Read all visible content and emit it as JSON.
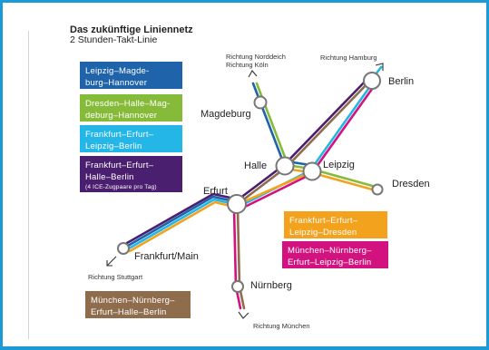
{
  "title": "Das zukünftige Liniennetz",
  "subtitle": "2 Stunden-Takt-Linie",
  "colors": {
    "frame": "#1c9ad6",
    "blue": "#1f63ab",
    "green": "#86bb3a",
    "cyan": "#23b6e6",
    "purple": "#4b1f6f",
    "orange": "#f3a21d",
    "magenta": "#d2127f",
    "brown": "#8e6c4c"
  },
  "legend": {
    "leipzig_hannover": {
      "line1": "Leipzig–Magde-",
      "line2": "burg–Hannover"
    },
    "dresden_hannover": {
      "line1": "Dresden–Halle–Mag-",
      "line2": "deburg–Hannover"
    },
    "frankfurt_leipzig_berlin": {
      "line1": "Frankfurt–Erfurt–",
      "line2": "Leipzig–Berlin"
    },
    "frankfurt_halle_berlin": {
      "line1": "Frankfurt–Erfurt–",
      "line2": "Halle–Berlin",
      "note": "(4 ICE-Zugpaare pro Tag)"
    },
    "frankfurt_dresden": {
      "line1": "Frankfurt–Erfurt–",
      "line2": "Leipzig–Dresden"
    },
    "muenchen_leipzig_berlin": {
      "line1": "München–Nürnberg–",
      "line2": "Erfurt–Leipzig–Berlin"
    },
    "muenchen_halle_berlin": {
      "line1": "München–Nürnberg–",
      "line2": "Erfurt–Halle–Berlin"
    }
  },
  "cities": {
    "berlin": "Berlin",
    "magdeburg": "Magdeburg",
    "halle": "Halle",
    "leipzig": "Leipzig",
    "dresden": "Dresden",
    "erfurt": "Erfurt",
    "frankfurt": "Frankfurt/Main",
    "nuernberg": "Nürnberg"
  },
  "directions": {
    "norddeich_line1": "Richtung Norddeich",
    "norddeich_line2": "Richtung Köln",
    "hamburg": "Richtung Hamburg",
    "stuttgart": "Richtung Stuttgart",
    "muenchen": "Richtung München"
  }
}
